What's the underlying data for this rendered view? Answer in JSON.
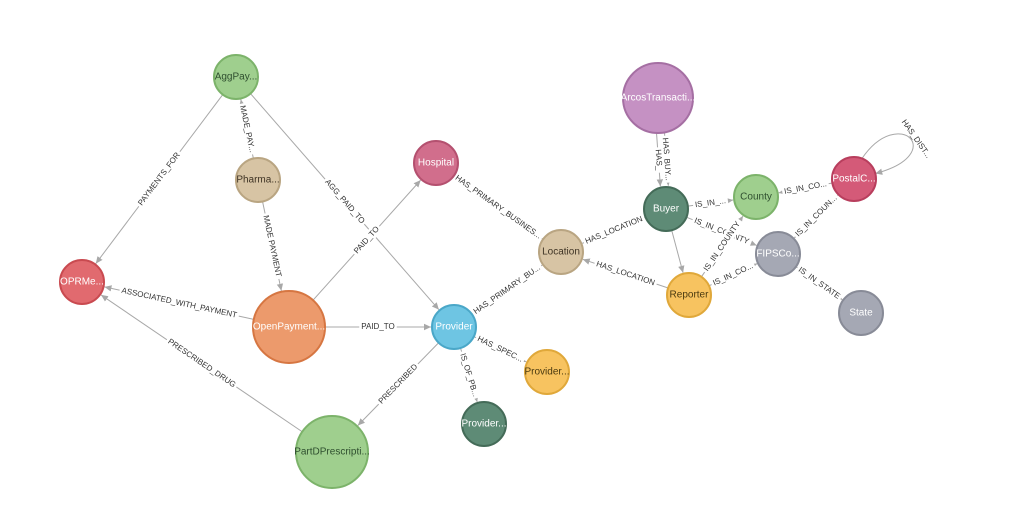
{
  "colors": {
    "edge": "#a8a8a8",
    "edge_label": "#333333"
  },
  "nodes": [
    {
      "id": "aggpay",
      "label": "AggPay...",
      "fill": "#9fcf8e",
      "stroke": "#7cb36a",
      "text": "#2f4f2f"
    },
    {
      "id": "pharma",
      "label": "Pharma...",
      "fill": "#d7c4a4",
      "stroke": "#b9a582",
      "text": "#3e3324"
    },
    {
      "id": "oprme",
      "label": "OPRMe...",
      "fill": "#e16a6f",
      "stroke": "#c94a50",
      "text": "#ffffff"
    },
    {
      "id": "openpayment",
      "label": "OpenPayment...",
      "fill": "#ec9a6c",
      "stroke": "#d67642",
      "text": "#ffffff"
    },
    {
      "id": "hospital",
      "label": "Hospital",
      "fill": "#d16e8c",
      "stroke": "#b4506f",
      "text": "#ffffff"
    },
    {
      "id": "provider",
      "label": "Provider",
      "fill": "#6ec5e3",
      "stroke": "#4aa7c8",
      "text": "#ffffff"
    },
    {
      "id": "partd",
      "label": "PartDPrescripti...",
      "fill": "#9fcf8e",
      "stroke": "#7cb36a",
      "text": "#2f4f2f"
    },
    {
      "id": "providerspec",
      "label": "Provider...",
      "fill": "#f7c360",
      "stroke": "#e0a83a",
      "text": "#4a3a10"
    },
    {
      "id": "providerpb",
      "label": "Provider...",
      "fill": "#5e8b76",
      "stroke": "#446b58",
      "text": "#ffffff"
    },
    {
      "id": "location",
      "label": "Location",
      "fill": "#d7c4a4",
      "stroke": "#b9a582",
      "text": "#3e3324"
    },
    {
      "id": "arcos",
      "label": "ArcosTransacti...",
      "fill": "#c591c3",
      "stroke": "#a56fa3",
      "text": "#ffffff"
    },
    {
      "id": "buyer",
      "label": "Buyer",
      "fill": "#5e8b76",
      "stroke": "#446b58",
      "text": "#ffffff"
    },
    {
      "id": "reporter",
      "label": "Reporter",
      "fill": "#f7c360",
      "stroke": "#e0a83a",
      "text": "#4a3a10"
    },
    {
      "id": "county",
      "label": "County",
      "fill": "#9fcf8e",
      "stroke": "#7cb36a",
      "text": "#2f4f2f"
    },
    {
      "id": "fipsco",
      "label": "FIPSCo...",
      "fill": "#a5a8b4",
      "stroke": "#888b97",
      "text": "#ffffff"
    },
    {
      "id": "postalc",
      "label": "PostalC...",
      "fill": "#d45a78",
      "stroke": "#b83e5d",
      "text": "#ffffff"
    },
    {
      "id": "state",
      "label": "State",
      "fill": "#a5a8b4",
      "stroke": "#888b97",
      "text": "#ffffff"
    }
  ],
  "edges": [
    {
      "from": "aggpay",
      "to": "oprme",
      "label": "PAYMENTS_FOR"
    },
    {
      "from": "pharma",
      "to": "aggpay",
      "label": "MADE_PAY..."
    },
    {
      "from": "pharma",
      "to": "openpayment",
      "label": "MADE PAYMENT"
    },
    {
      "from": "aggpay",
      "to": "provider",
      "label": "AGG_PAID_TO"
    },
    {
      "from": "openpayment",
      "to": "oprme",
      "label": "ASSOCIATED_WITH_PAYMENT"
    },
    {
      "from": "openpayment",
      "to": "hospital",
      "label": "PAID_TO"
    },
    {
      "from": "openpayment",
      "to": "provider",
      "label": "PAID_TO"
    },
    {
      "from": "partd",
      "to": "oprme",
      "label": "PRESCRIBED_DRUG"
    },
    {
      "from": "provider",
      "to": "partd",
      "label": "PRESCRIBED"
    },
    {
      "from": "hospital",
      "to": "location",
      "label": "HAS_PRIMARY_BUSINES..."
    },
    {
      "from": "provider",
      "to": "location",
      "label": "HAS_PRIMARY_BU..."
    },
    {
      "from": "provider",
      "to": "providerspec",
      "label": "HAS_SPEC..."
    },
    {
      "from": "provider",
      "to": "providerpb",
      "label": "IS_OF_PB..."
    },
    {
      "from": "buyer",
      "to": "location",
      "label": "HAS_LOCATION"
    },
    {
      "from": "reporter",
      "to": "location",
      "label": "HAS_LOCATION"
    },
    {
      "from": "arcos",
      "to": "buyer",
      "label": "HAS_BUY..."
    },
    {
      "from": "arcos",
      "to": "buyer",
      "label": "HAS_"
    },
    {
      "from": "buyer",
      "to": "county",
      "label": "IS_IN_..."
    },
    {
      "from": "buyer",
      "to": "fipsco",
      "label": "IS_IN_COUNTY"
    },
    {
      "from": "buyer",
      "to": "reporter",
      "label": ""
    },
    {
      "from": "reporter",
      "to": "county",
      "label": "IS_IN_COUNTY"
    },
    {
      "from": "reporter",
      "to": "fipsco",
      "label": "IS_IN_CO..."
    },
    {
      "from": "postalc",
      "to": "county",
      "label": "IS_IN_CO..."
    },
    {
      "from": "postalc",
      "to": "fipsco",
      "label": "IS_IN_COUN..."
    },
    {
      "from": "postalc",
      "to": "postalc",
      "label": "HAS_DIST..."
    },
    {
      "from": "fipsco",
      "to": "state",
      "label": "IS_IN_STATE"
    }
  ]
}
